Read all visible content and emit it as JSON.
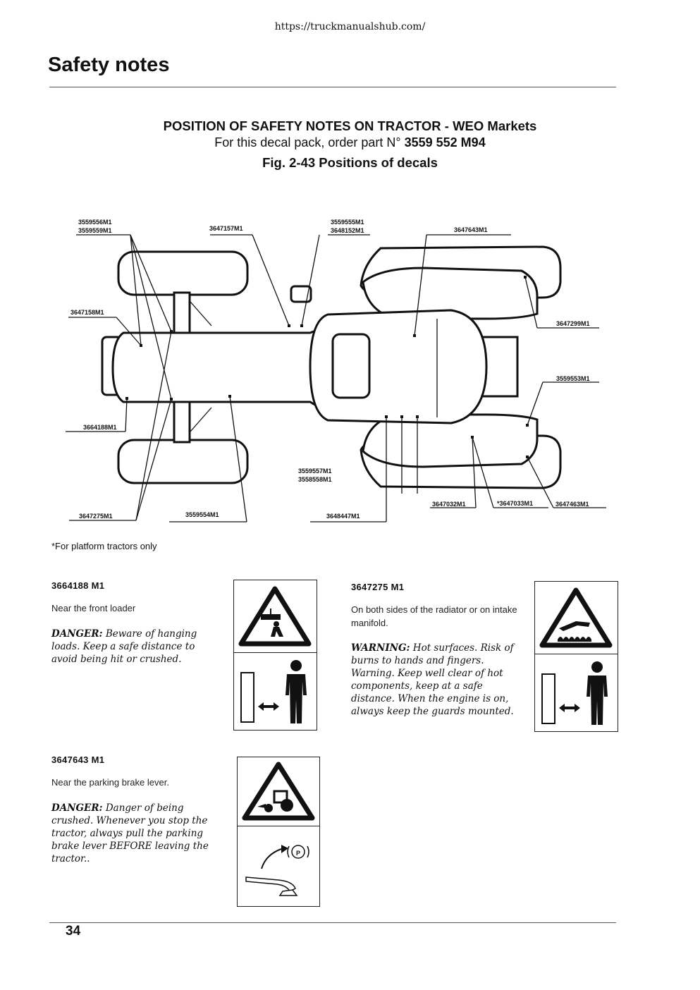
{
  "header": {
    "url": "https://truckmanualshub.com/"
  },
  "page": {
    "title": "Safety notes",
    "number": "34"
  },
  "headings": {
    "main": "POSITION OF SAFETY NOTES ON TRACTOR - WEO Markets",
    "order_prefix": "For this decal pack, order part N°",
    "order_part": "3559 552 M94",
    "figure": "Fig. 2-43 Positions of decals"
  },
  "diagram": {
    "labels": {
      "l1a": "3559556M1",
      "l1b": "3559559M1",
      "l2": "3647157M1",
      "l3a": "3559555M1",
      "l3b": "3648152M1",
      "l4": "3647643M1",
      "l5": "3647158M1",
      "l6": "3647299M1",
      "l7": "3559553M1",
      "l8": "3664188M1",
      "l9a": "3559557M1",
      "l9b": "3558558M1",
      "l10": "3647032M1",
      "l11": "*3647033M1",
      "l12": "3647463M1",
      "l13": "3647275M1",
      "l14": "3559554M1",
      "l15": "3648447M1"
    }
  },
  "footnote": "*For platform tractors only",
  "decals": [
    {
      "code": "3664188 M1",
      "location": "Near the front loader",
      "level": "DANGER:",
      "text": " Beware of hanging loads. Keep a safe distance to avoid being hit or crushed.",
      "top_icon": "hanging-load-warning-icon",
      "bottom_icon": "keep-distance-icon"
    },
    {
      "code": "3647275 M1",
      "location": "On both sides of the radiator or on intake manifold.",
      "level": "WARNING:",
      "text": " Hot surfaces. Risk of burns to hands and fingers. Warning. Keep well clear of hot components, keep at a safe distance. When the engine is on, always keep the guards mounted.",
      "top_icon": "hot-surface-warning-icon",
      "bottom_icon": "keep-distance-icon"
    },
    {
      "code": "3647643 M1",
      "location": "Near the parking brake lever.",
      "level": "DANGER:",
      "text": " Danger of being crushed. Whenever you stop the tractor, always pull the parking brake lever BEFORE leaving the tractor..",
      "top_icon": "runover-warning-icon",
      "bottom_icon": "parking-brake-icon",
      "parking_symbol": "P"
    }
  ]
}
